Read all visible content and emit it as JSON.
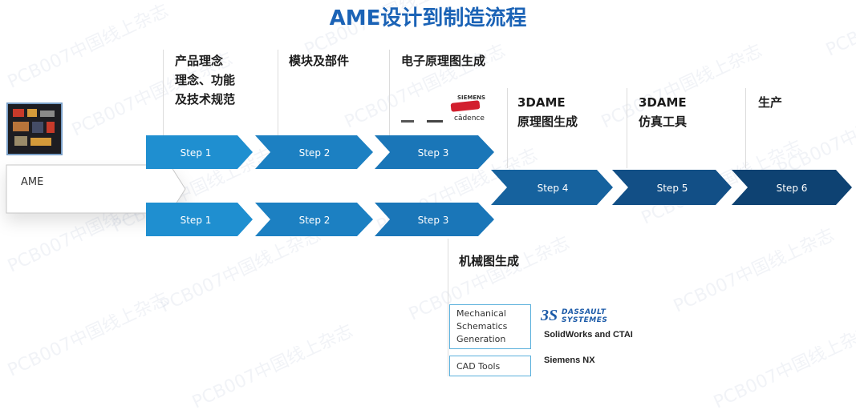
{
  "title": "AME设计到制造流程",
  "ame_label": "AME",
  "columns": {
    "c1": {
      "title": "产品理念",
      "lines": [
        "理念、功能",
        "及技术规范"
      ]
    },
    "c2": {
      "title": "模块及部件"
    },
    "c3": {
      "title": "电子原理图生成",
      "logos": [
        "SIEMENS",
        "cādence"
      ]
    },
    "c4": {
      "title": "3DAME",
      "line2": "原理图生成"
    },
    "c5": {
      "title": "3DAME",
      "line2": "仿真工具"
    },
    "c6": {
      "title": "生产"
    }
  },
  "steps_upper": [
    "Step 1",
    "Step 2",
    "Step 3"
  ],
  "steps_lower": [
    "Step 1",
    "Step 2",
    "Step 3"
  ],
  "steps_main": [
    "Step 4",
    "Step 5",
    "Step 6"
  ],
  "mechanical": {
    "heading": "机械图生成",
    "box1": [
      "Mechanical",
      "Schematics",
      "Generation"
    ],
    "box2": "CAD Tools",
    "tool1": "SolidWorks and CTAI",
    "tool2": "Siemens NX",
    "logo_line1": "DASSAULT",
    "logo_line2": "SYSTEMES"
  },
  "watermark": "PCB007中国线上杂志",
  "colors": {
    "light": "#1f8fd0",
    "mid": "#1a6fae",
    "dark": "#0f4f86",
    "darkest": "#0c3f6d"
  }
}
